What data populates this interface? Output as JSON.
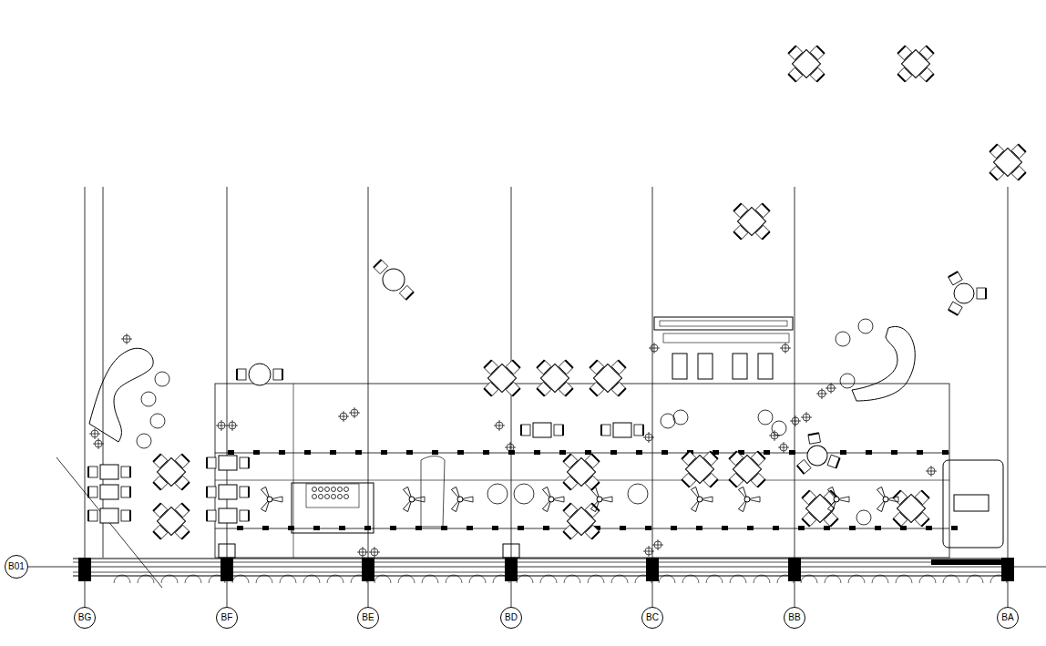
{
  "diagram": {
    "nodes": [
      {
        "text": [
          "B01"
        ]
      },
      {
        "text": [
          "BG"
        ]
      },
      {
        "text": [
          "BF"
        ]
      },
      {
        "text": [
          "BE"
        ]
      },
      {
        "text": [
          "BD"
        ]
      },
      {
        "text": [
          "BC"
        ]
      },
      {
        "text": [
          "BB"
        ]
      },
      {
        "text": [
          "BA"
        ]
      }
    ]
  }
}
